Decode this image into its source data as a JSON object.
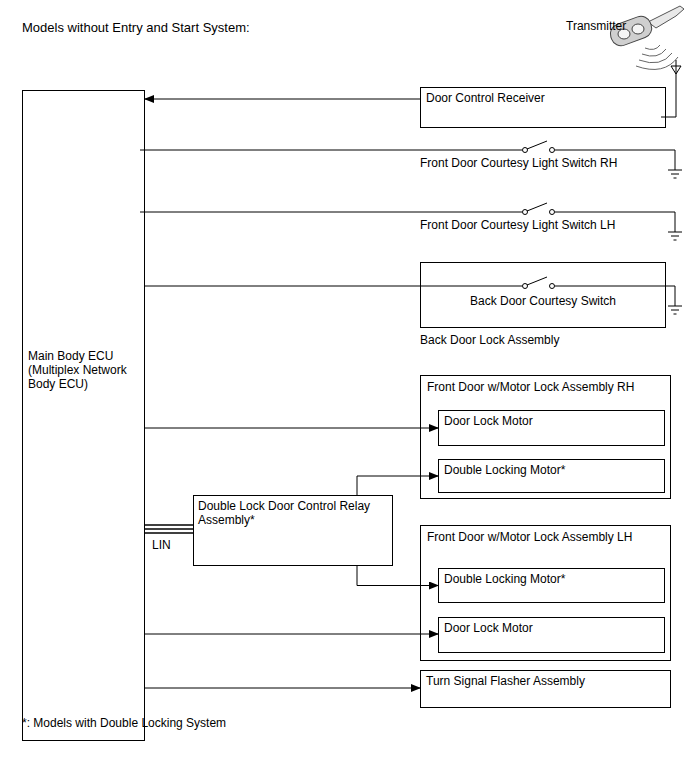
{
  "diagram": {
    "title": "Models without Entry and Start System:",
    "caption": "*: Models with Double Locking System",
    "nodes": [
      {
        "text": [
          "Main Body ECU (Multiplex Network Body ECU)"
        ]
      },
      {
        "text": [
          "Door Control Receiver"
        ]
      },
      {
        "text": [
          "Back Door Courtesy Switch",
          "Back Door Lock Assembly"
        ]
      },
      {
        "text": [
          "Front Door w/Motor Lock Assembly RH"
        ]
      },
      {
        "text": [
          "Door Lock Motor"
        ],
        "in": 3
      },
      {
        "text": [
          "Double Locking Motor*"
        ],
        "in": 3
      },
      {
        "text": [
          "Double Lock Door Control Relay Assembly*"
        ]
      },
      {
        "text": [
          "Front Door w/Motor Lock Assembly LH"
        ]
      },
      {
        "text": [
          "Double Locking Motor*"
        ],
        "in": 7
      },
      {
        "text": [
          "Door Lock Motor"
        ],
        "in": 7
      },
      {
        "text": [
          "Turn Signal Flasher Assembly"
        ]
      }
    ],
    "edges": [
      {
        "from": 1,
        "to": 0,
        "arrow": "to"
      },
      {
        "from": 0,
        "to": 4,
        "arrow": "to"
      },
      {
        "from": 0,
        "to": 6,
        "arrow": "none",
        "label": "LIN"
      },
      {
        "from": 6,
        "to": 5,
        "arrow": "to"
      },
      {
        "from": 6,
        "to": 8,
        "arrow": "to"
      },
      {
        "from": 0,
        "to": 9,
        "arrow": "to"
      },
      {
        "from": 0,
        "to": 10,
        "arrow": "to"
      },
      {
        "from": 0,
        "to": 2,
        "arrow": "none"
      }
    ],
    "labels": [
      "Transmitter",
      "Front Door Courtesy Light Switch RH",
      "Front Door Courtesy Light Switch LH"
    ]
  }
}
